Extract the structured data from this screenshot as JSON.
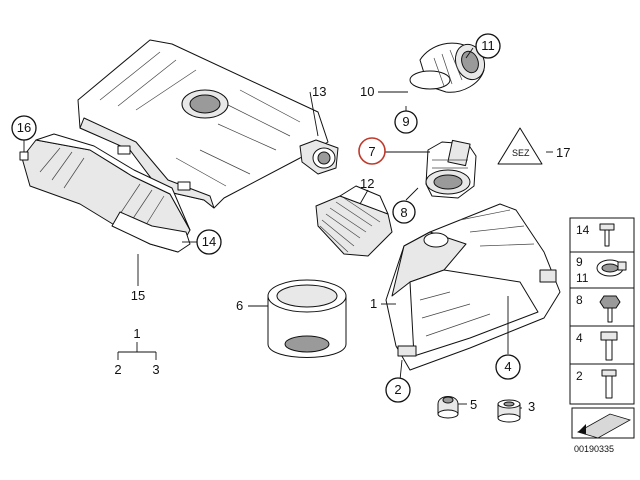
{
  "diagram": {
    "callouts": {
      "c1": "1",
      "c2": "2",
      "c3": "3",
      "c4": "4",
      "c5": "5",
      "c6": "6",
      "c7": "7",
      "c8": "8",
      "c9": "9",
      "c10": "10",
      "c11": "11",
      "c12": "12",
      "c13": "13",
      "c14": "14",
      "c15": "15",
      "c16": "16",
      "c17": "17"
    },
    "tree": {
      "parent": "1",
      "child_left": "2",
      "child_right": "3"
    },
    "hardware_strip": [
      {
        "label": "14"
      },
      {
        "label": "9",
        "sublabel": "11"
      },
      {
        "label": "8"
      },
      {
        "label": "4"
      },
      {
        "label": "2"
      }
    ],
    "warning_symbol_text": "SEZ",
    "drawing_number": "00190335",
    "highlight_color": "#c0392b"
  }
}
